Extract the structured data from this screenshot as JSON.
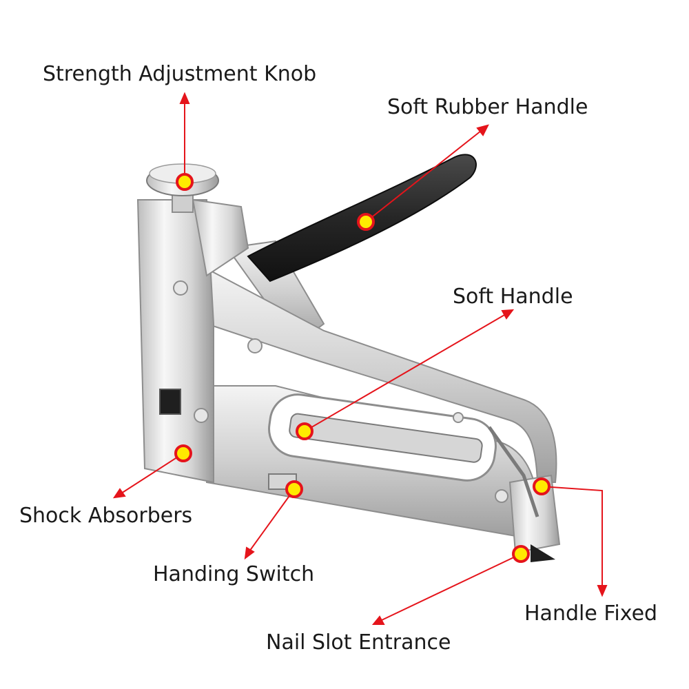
{
  "colors": {
    "background": "#ffffff",
    "label_text": "#1a1a1a",
    "leader_line": "#e5141b",
    "marker_fill": "#ffea00",
    "marker_ring": "#e5141b",
    "handle_grip": "#262626",
    "steel_light": "#f2f2f2",
    "steel_mid": "#c9c9c9",
    "steel_dark": "#8d8d8d"
  },
  "product": {
    "icon": "staple-gun-icon"
  },
  "callouts": [
    {
      "id": "strength-adjustment-knob",
      "label": "Strength Adjustment Knob"
    },
    {
      "id": "soft-rubber-handle",
      "label": "Soft Rubber Handle"
    },
    {
      "id": "soft-handle",
      "label": "Soft Handle"
    },
    {
      "id": "shock-absorbers",
      "label": "Shock Absorbers"
    },
    {
      "id": "handing-switch",
      "label": "Handing Switch"
    },
    {
      "id": "handle-fixed",
      "label": "Handle Fixed"
    },
    {
      "id": "nail-slot-entrance",
      "label": "Nail Slot Entrance"
    }
  ]
}
